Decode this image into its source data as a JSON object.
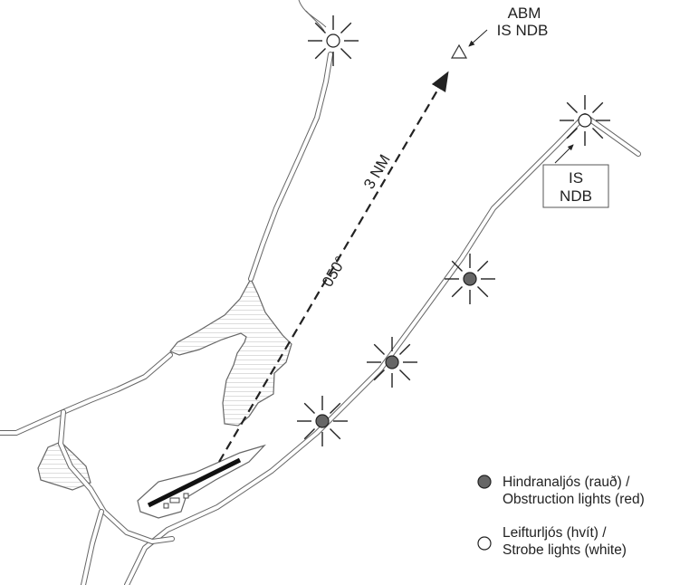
{
  "title": "Approach chart – route to ABM IS NDB",
  "labels": {
    "abm_line1": "ABM",
    "abm_line2": "IS NDB",
    "distance": "3 NM",
    "bearing": "050°",
    "ndb_box_line1": "IS",
    "ndb_box_line2": "NDB"
  },
  "legend": [
    {
      "symbol": "filled-circle",
      "line1": "Hindranaljós (rauð) /",
      "line2": "Obstruction lights (red)"
    },
    {
      "symbol": "open-circle",
      "line1": "Leifturljós (hvít) /",
      "line2": "Strobe lights (white)"
    }
  ],
  "colors": {
    "obstruction_light": "#666666",
    "strobe_light": "#ffffff",
    "ink": "#222222"
  }
}
